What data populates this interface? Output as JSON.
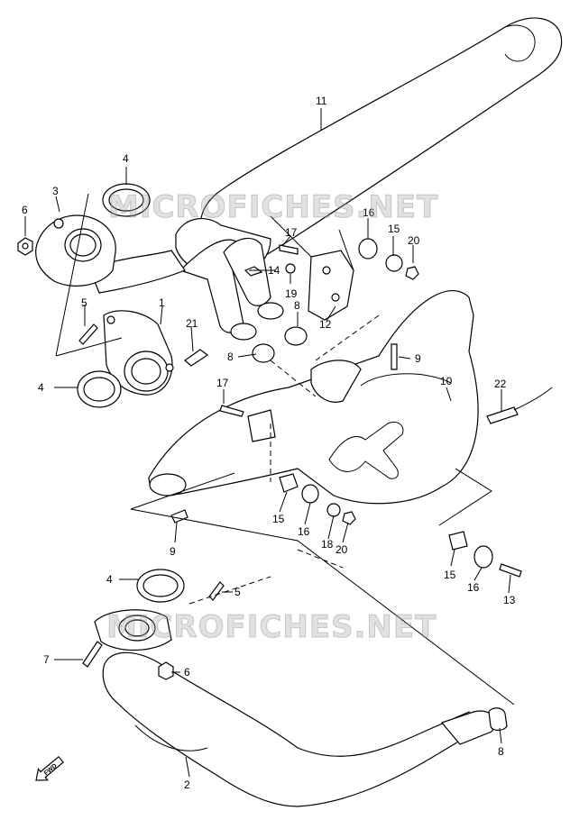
{
  "watermark": "MICROFICHES.NET",
  "fwd_label": "FWD",
  "callouts": {
    "p11": "11",
    "p4a": "4",
    "p3": "3",
    "p6a": "6",
    "p16a": "16",
    "p15a": "15",
    "p20a": "20",
    "p17a": "17",
    "p14": "14",
    "p19": "19",
    "p5a": "5",
    "p1": "1",
    "p21": "21",
    "p8a": "8",
    "p8b": "8",
    "p12": "12",
    "p9a": "9",
    "p4b": "4",
    "p17b": "17",
    "p10": "10",
    "p22": "22",
    "p15b": "15",
    "p16b": "16",
    "p18": "18",
    "p20b": "20",
    "p9b": "9",
    "p15c": "15",
    "p16c": "16",
    "p13": "13",
    "p4c": "4",
    "p5b": "5",
    "p7": "7",
    "p6b": "6",
    "p8c": "8",
    "p2": "2"
  }
}
